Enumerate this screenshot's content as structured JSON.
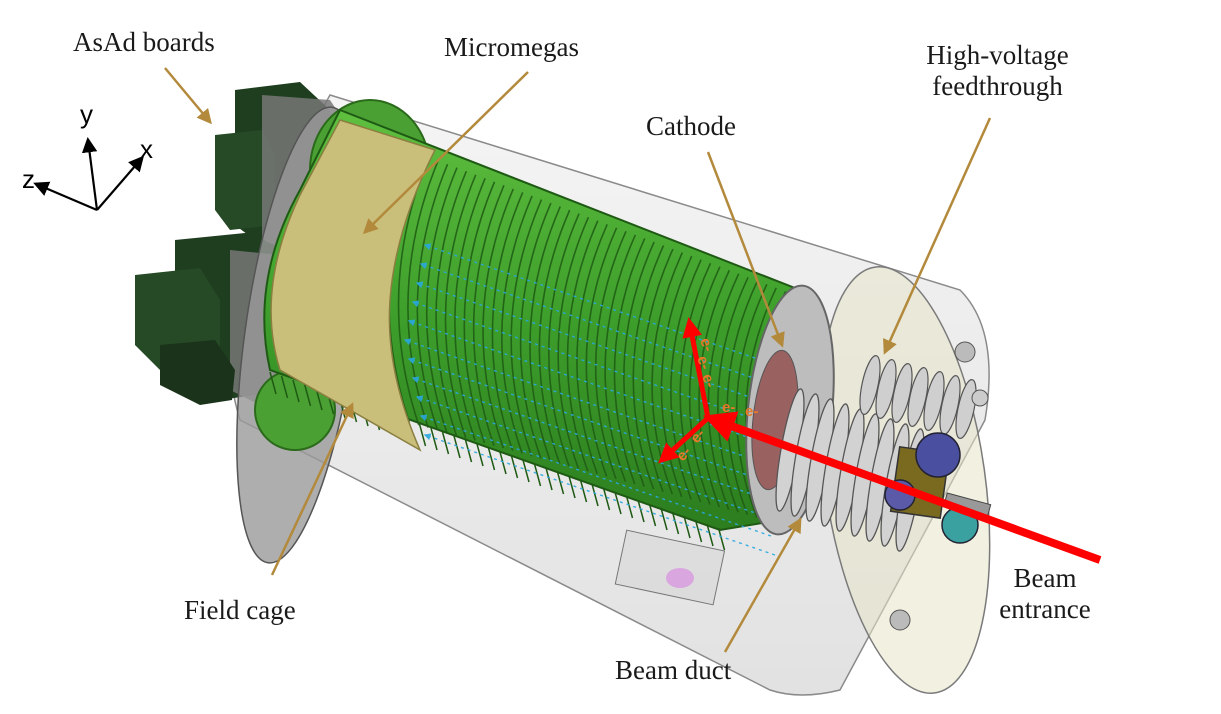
{
  "labels": {
    "asad_boards": "AsAd boards",
    "micromegas": "Micromegas",
    "high_voltage_line1": "High-voltage",
    "high_voltage_line2": "feedthrough",
    "cathode": "Cathode",
    "field_cage": "Field cage",
    "beam_entrance_line1": "Beam",
    "beam_entrance_line2": "entrance",
    "beam_duct": "Beam duct"
  },
  "axes": {
    "x": "x",
    "y": "y",
    "z": "z"
  },
  "electron_label": "e-",
  "colors": {
    "leader": "#b38a3c",
    "beam": "#ff0000",
    "electron": "#e8782a",
    "field_line": "#29a8e0",
    "field_cage": "#3a9a2a",
    "micromegas": "#c9bf7a",
    "asad": "#1f3d1f",
    "vessel": "#e4e4e4"
  }
}
